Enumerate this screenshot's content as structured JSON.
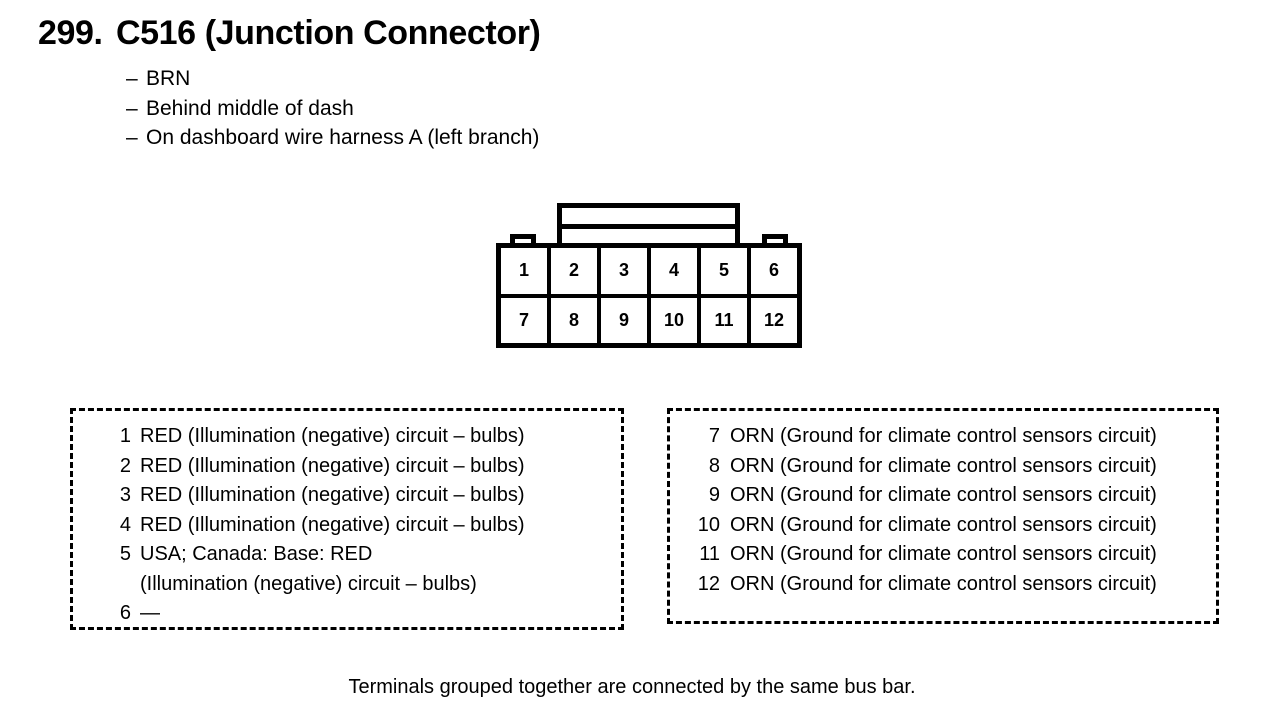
{
  "header": {
    "number": "299.",
    "title": "C516 (Junction Connector)",
    "bullets": [
      {
        "dash": "–",
        "text": "BRN"
      },
      {
        "dash": "–",
        "text": "Behind middle of dash"
      },
      {
        "dash": "–",
        "text": "On dashboard wire harness A (left branch)"
      }
    ]
  },
  "connector": {
    "name": "12-pin-connector-face-view",
    "rows": [
      [
        "1",
        "2",
        "3",
        "4",
        "5",
        "6"
      ],
      [
        "7",
        "8",
        "9",
        "10",
        "11",
        "12"
      ]
    ]
  },
  "pin_groups": [
    {
      "name": "pins-1-6",
      "pins": [
        {
          "num": "1",
          "desc": "RED (Illumination (negative) circuit – bulbs)",
          "cont": ""
        },
        {
          "num": "2",
          "desc": "RED (Illumination (negative) circuit – bulbs)",
          "cont": ""
        },
        {
          "num": "3",
          "desc": "RED (Illumination (negative) circuit – bulbs)",
          "cont": ""
        },
        {
          "num": "4",
          "desc": "RED (Illumination (negative) circuit – bulbs)",
          "cont": ""
        },
        {
          "num": "5",
          "desc": "USA; Canada: Base: RED",
          "cont": "(Illumination (negative) circuit – bulbs)"
        },
        {
          "num": "6",
          "desc": "—",
          "cont": ""
        }
      ]
    },
    {
      "name": "pins-7-12",
      "pins": [
        {
          "num": "7",
          "desc": "ORN (Ground for climate control sensors circuit)",
          "cont": ""
        },
        {
          "num": "8",
          "desc": "ORN (Ground for climate control sensors circuit)",
          "cont": ""
        },
        {
          "num": "9",
          "desc": "ORN (Ground for climate control sensors circuit)",
          "cont": ""
        },
        {
          "num": "10",
          "desc": "ORN (Ground for climate control sensors circuit)",
          "cont": ""
        },
        {
          "num": "11",
          "desc": "ORN (Ground for climate control sensors circuit)",
          "cont": ""
        },
        {
          "num": "12",
          "desc": "ORN (Ground for climate control sensors circuit)",
          "cont": ""
        }
      ]
    }
  ],
  "footer": {
    "note": "Terminals grouped together are connected by the same bus bar."
  },
  "colors": {
    "ink": "#000000",
    "paper": "#ffffff"
  }
}
